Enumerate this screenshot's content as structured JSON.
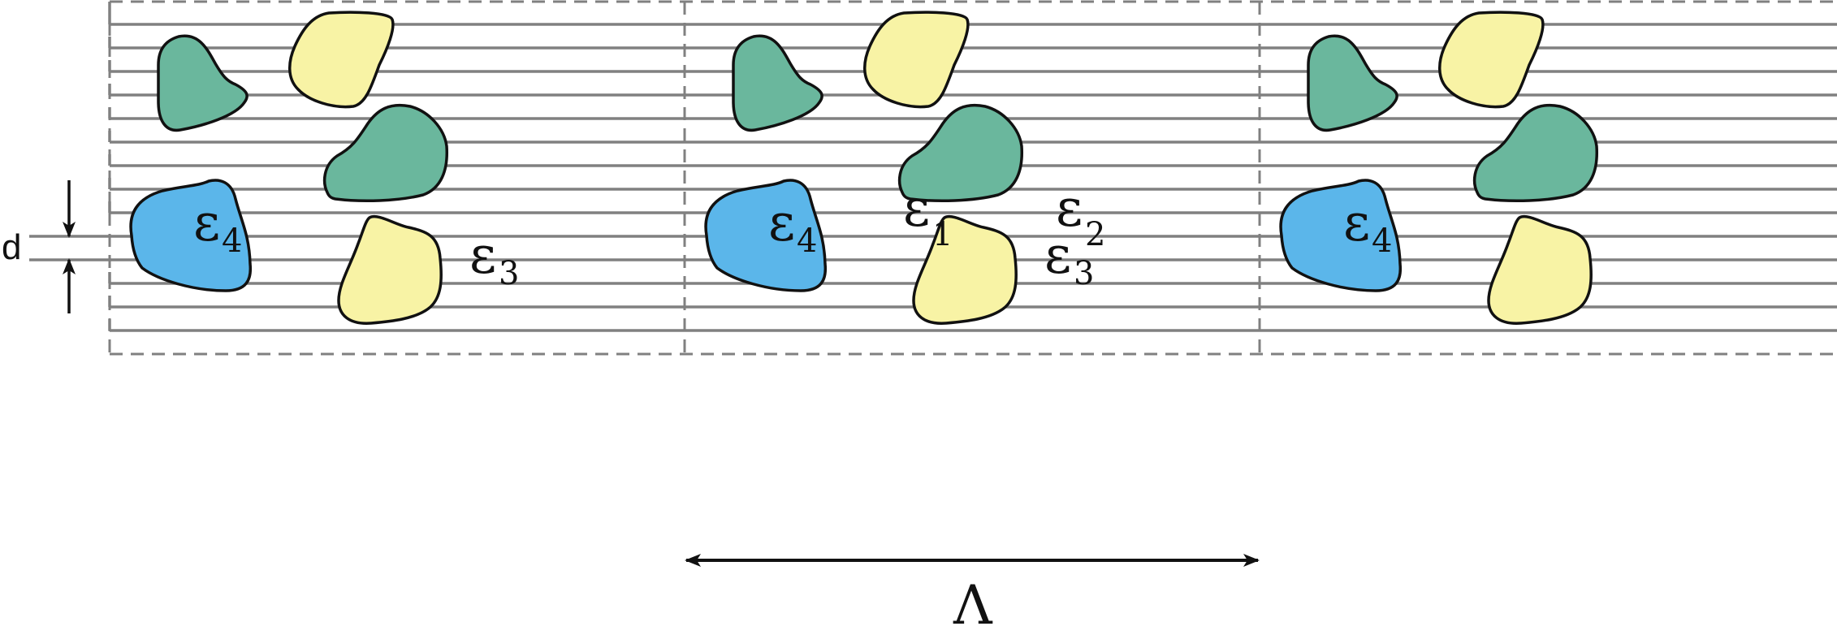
{
  "labels": {
    "eps_symbol": "ε",
    "sub_1": "1",
    "sub_2": "2",
    "sub_3": "3",
    "sub_4": "4",
    "spacing": "d",
    "period": "Λ"
  },
  "colors": {
    "green": "#6ab79d",
    "yellow": "#f8f3a5",
    "blue": "#5bb6ea",
    "lines": "#808080",
    "outline": "#111111"
  }
}
